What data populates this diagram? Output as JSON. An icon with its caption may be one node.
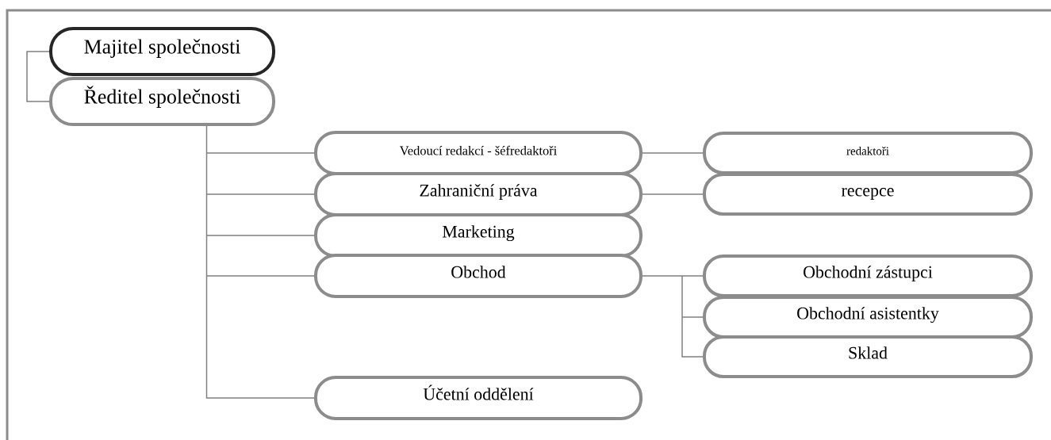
{
  "diagram": {
    "nodes": [
      {
        "text": [
          "Majitel společnosti"
        ]
      },
      {
        "text": [
          "Ředitel společnosti"
        ]
      },
      {
        "text": [
          "Vedoucí redakcí - šéfredaktoři"
        ]
      },
      {
        "text": [
          "redaktoři"
        ]
      },
      {
        "text": [
          "Zahraniční práva"
        ]
      },
      {
        "text": [
          "recepce"
        ]
      },
      {
        "text": [
          "Marketing"
        ]
      },
      {
        "text": [
          "Obchod"
        ]
      },
      {
        "text": [
          "Obchodní zástupci"
        ]
      },
      {
        "text": [
          "Obchodní asistentky"
        ]
      },
      {
        "text": [
          "Sklad"
        ]
      },
      {
        "text": [
          "Účetní oddělení"
        ]
      }
    ],
    "edges": [
      {
        "from": 0,
        "to": 1,
        "arrow": "none"
      },
      {
        "from": 1,
        "to": 2,
        "arrow": "none"
      },
      {
        "from": 1,
        "to": 4,
        "arrow": "none"
      },
      {
        "from": 1,
        "to": 6,
        "arrow": "none"
      },
      {
        "from": 1,
        "to": 7,
        "arrow": "none"
      },
      {
        "from": 1,
        "to": 11,
        "arrow": "none"
      },
      {
        "from": 2,
        "to": 3,
        "arrow": "none"
      },
      {
        "from": 4,
        "to": 5,
        "arrow": "none"
      },
      {
        "from": 7,
        "to": 8,
        "arrow": "none"
      },
      {
        "from": 7,
        "to": 9,
        "arrow": "none"
      },
      {
        "from": 7,
        "to": 10,
        "arrow": "none"
      }
    ]
  }
}
